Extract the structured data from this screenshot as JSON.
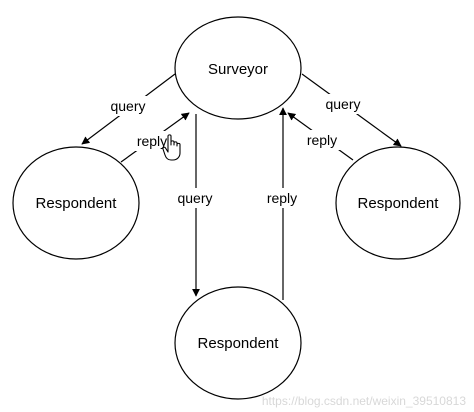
{
  "nodes": {
    "surveyor": "Surveyor",
    "respondent_left": "Respondent",
    "respondent_right": "Respondent",
    "respondent_bottom": "Respondent"
  },
  "edges": {
    "left_query": "query",
    "left_reply": "reply",
    "bottom_query": "query",
    "bottom_reply": "reply",
    "right_query": "query",
    "right_reply": "reply"
  },
  "cursor_icon": "hand-pointer-icon",
  "watermark": "https://blog.csdn.net/weixin_39510813"
}
